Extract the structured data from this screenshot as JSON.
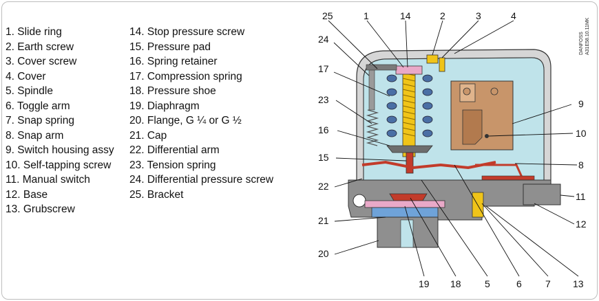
{
  "legend": {
    "left": [
      "1. Slide ring",
      "2. Earth screw",
      "3. Cover screw",
      "4. Cover",
      "5. Spindle",
      "6. Toggle arm",
      "7. Snap spring",
      "8. Snap arm",
      "9. Switch housing assy",
      "10. Self-tapping screw",
      "11. Manual switch",
      "12. Base",
      "13. Grubscrew"
    ],
    "right": [
      "14. Stop pressure screw",
      "15. Pressure pad",
      "16. Spring retainer",
      "17. Compression spring",
      "18. Pressure shoe",
      "19. Diaphragm",
      "20. Flange, G ¼ or G ½",
      "21. Cap",
      "22. Differential arm",
      "23. Tension spring",
      "24. Differential pressure screw",
      "25. Bracket"
    ]
  },
  "callouts": {
    "n1": "1",
    "n2": "2",
    "n3": "3",
    "n4": "4",
    "n5": "5",
    "n6": "6",
    "n7": "7",
    "n8": "8",
    "n9": "9",
    "n10": "10",
    "n11": "11",
    "n12": "12",
    "n13": "13",
    "n14": "14",
    "n15": "15",
    "n16": "16",
    "n17": "17",
    "n18": "18",
    "n19": "19",
    "n20": "20",
    "n21": "21",
    "n22": "22",
    "n23": "23",
    "n24": "24",
    "n25": "25"
  },
  "brand": {
    "line1": "DANFOSS",
    "line2": "A31E58.10.11MK"
  },
  "colors": {
    "interior": "#bfe3ea",
    "cover": "#d6d6d6",
    "base": "#8f8f8f",
    "spring": "#f0c419",
    "pad": "#e9a9c8",
    "shoe": "#c23b2a",
    "switch": "#c8956a",
    "blue_part": "#6fa3d9"
  }
}
